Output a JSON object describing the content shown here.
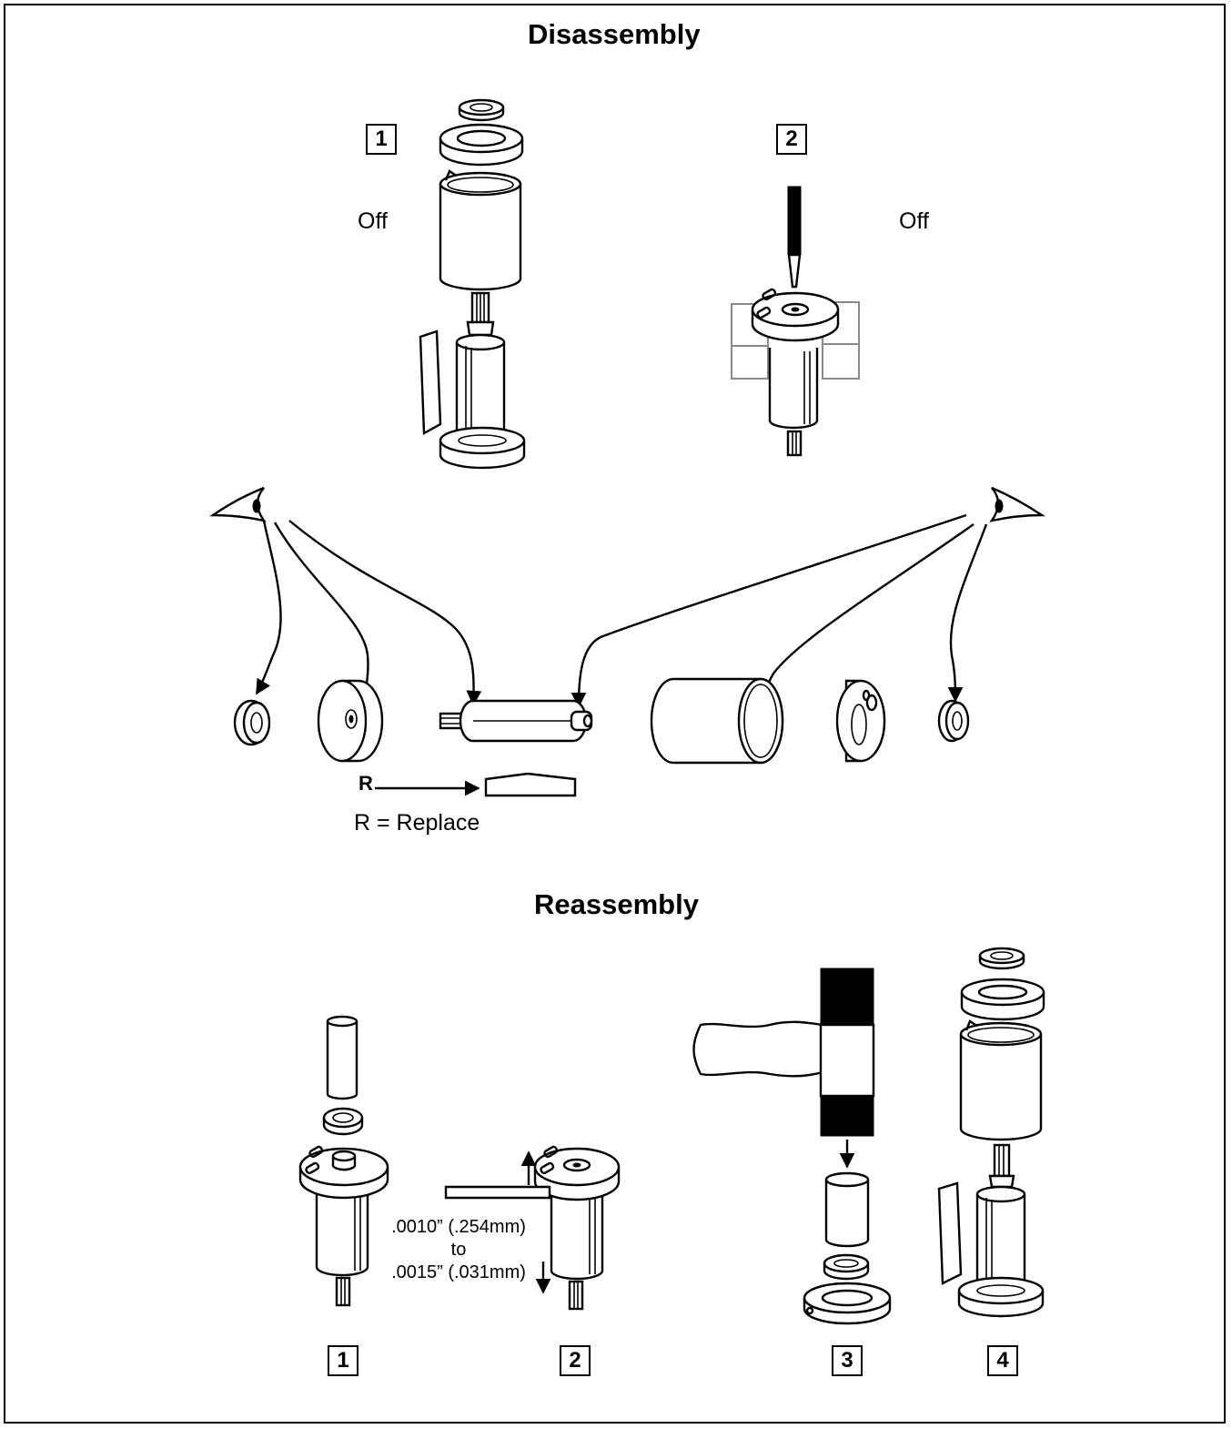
{
  "disassembly": {
    "title": "Disassembly",
    "step1": {
      "number": "1",
      "label": "Off"
    },
    "step2": {
      "number": "2",
      "label": "Off"
    },
    "replace_marker": "R",
    "legend": "R = Replace"
  },
  "reassembly": {
    "title": "Reassembly",
    "steps": [
      "1",
      "2",
      "3",
      "4"
    ],
    "clearance": {
      "line1": ".0010” (.254mm)",
      "line2": "to",
      "line3": ".0015” (.031mm)"
    }
  },
  "icons": [
    "eye-icon",
    "arrow-icon",
    "hammer-icon",
    "pin-punch-icon",
    "vise-jaw-icon"
  ]
}
